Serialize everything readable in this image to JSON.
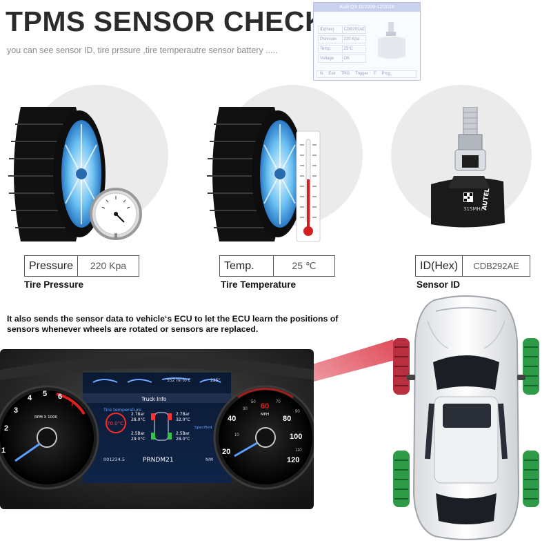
{
  "header": {
    "title": "TPMS SENSOR CHECK",
    "subtitle": "you can see sensor ID, tire prssure ,tire temperautre sensor battery ....."
  },
  "tool_screen": {
    "title": "Audi Q3 11/2009-12/2016",
    "rows": [
      {
        "label": "ID(Hex)",
        "value": "CDB292AE"
      },
      {
        "label": "Pressure",
        "value": "220 Kpa"
      },
      {
        "label": "Temp.",
        "value": "25°C"
      },
      {
        "label": "Voltage",
        "value": "OK"
      }
    ],
    "footer": [
      "N",
      "Exit",
      "TRG",
      "Trigger",
      "F",
      "Prog."
    ]
  },
  "cards": [
    {
      "label": "Pressure",
      "value": "220 Kpa",
      "caption": "Tire Pressure"
    },
    {
      "label": "Temp.",
      "value": "25 ℃",
      "caption": "Tire Temperature"
    },
    {
      "label": "ID(Hex)",
      "value": "CDB292AE",
      "caption": "Sensor ID"
    }
  ],
  "ecu_text": "It also sends the sensor data to vehicle‘s ECU to let the ECU learn the positions of sensors whenever wheels are rotated or sensors are replaced.",
  "dashboard": {
    "truck_info": "Truck Info",
    "tire_temperature": "Tire temperature",
    "temp_alert": "70.0°C",
    "fl_pressure": "2.78ar",
    "fl_temp": "28.0°C",
    "fr_pressure": "2.7Bar",
    "fr_temp": "32.0°C",
    "rl_pressure": "2.5Bar",
    "rl_temp": "29.0°C",
    "rr_pressure": "2.5Bar",
    "rr_temp": "28.0°C",
    "specified": "Specified",
    "odometer": "001234.5",
    "gear": "PRNDM21",
    "direction": "NW",
    "range": "552 mi to E",
    "outside_temp": "225°",
    "left_gauge_unit": "RPM X 1000",
    "right_gauge_unit": "MPH",
    "gear_indicator": "M",
    "tach_ticks": [
      "1",
      "2",
      "3",
      "4",
      "5",
      "6",
      "7"
    ],
    "speed_ticks": [
      "20",
      "40",
      "60",
      "80",
      "100",
      "120"
    ],
    "speed_minor": [
      "10",
      "30",
      "50",
      "70",
      "90",
      "110"
    ]
  },
  "colors": {
    "tire_blue": "#4fb0ef",
    "wheel_red": "#b8303f",
    "wheel_green": "#2f9b48",
    "gauge_red": "#e02020"
  }
}
